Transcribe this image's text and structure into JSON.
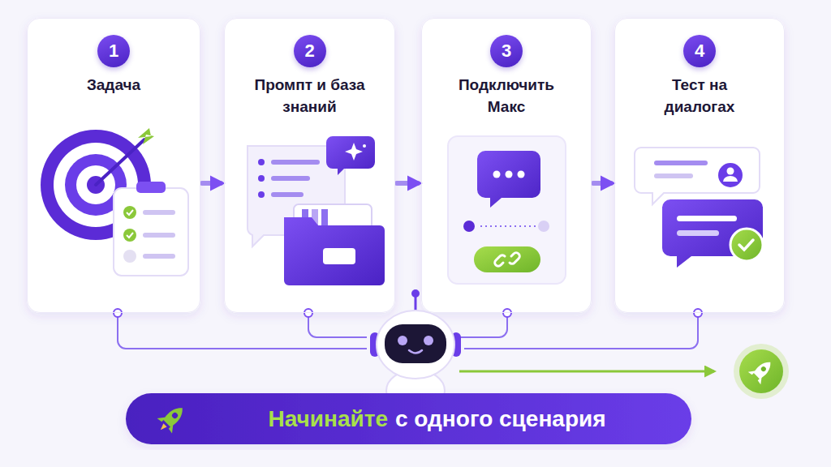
{
  "diagram": {
    "nodes": [
      {
        "text": [
          "1",
          "Задача"
        ]
      },
      {
        "text": [
          "2",
          "Промпт и база знаний"
        ]
      },
      {
        "text": [
          "3",
          "Подключить Макс"
        ]
      },
      {
        "text": [
          "4",
          "Тест на диалогах"
        ]
      },
      {
        "text": [
          "Начинайте",
          "с одного сценария"
        ]
      }
    ],
    "edges": [
      {
        "from": 0,
        "to": 1,
        "arrow": "to"
      },
      {
        "from": 1,
        "to": 2,
        "arrow": "to"
      },
      {
        "from": 2,
        "to": 3,
        "arrow": "to"
      }
    ]
  }
}
